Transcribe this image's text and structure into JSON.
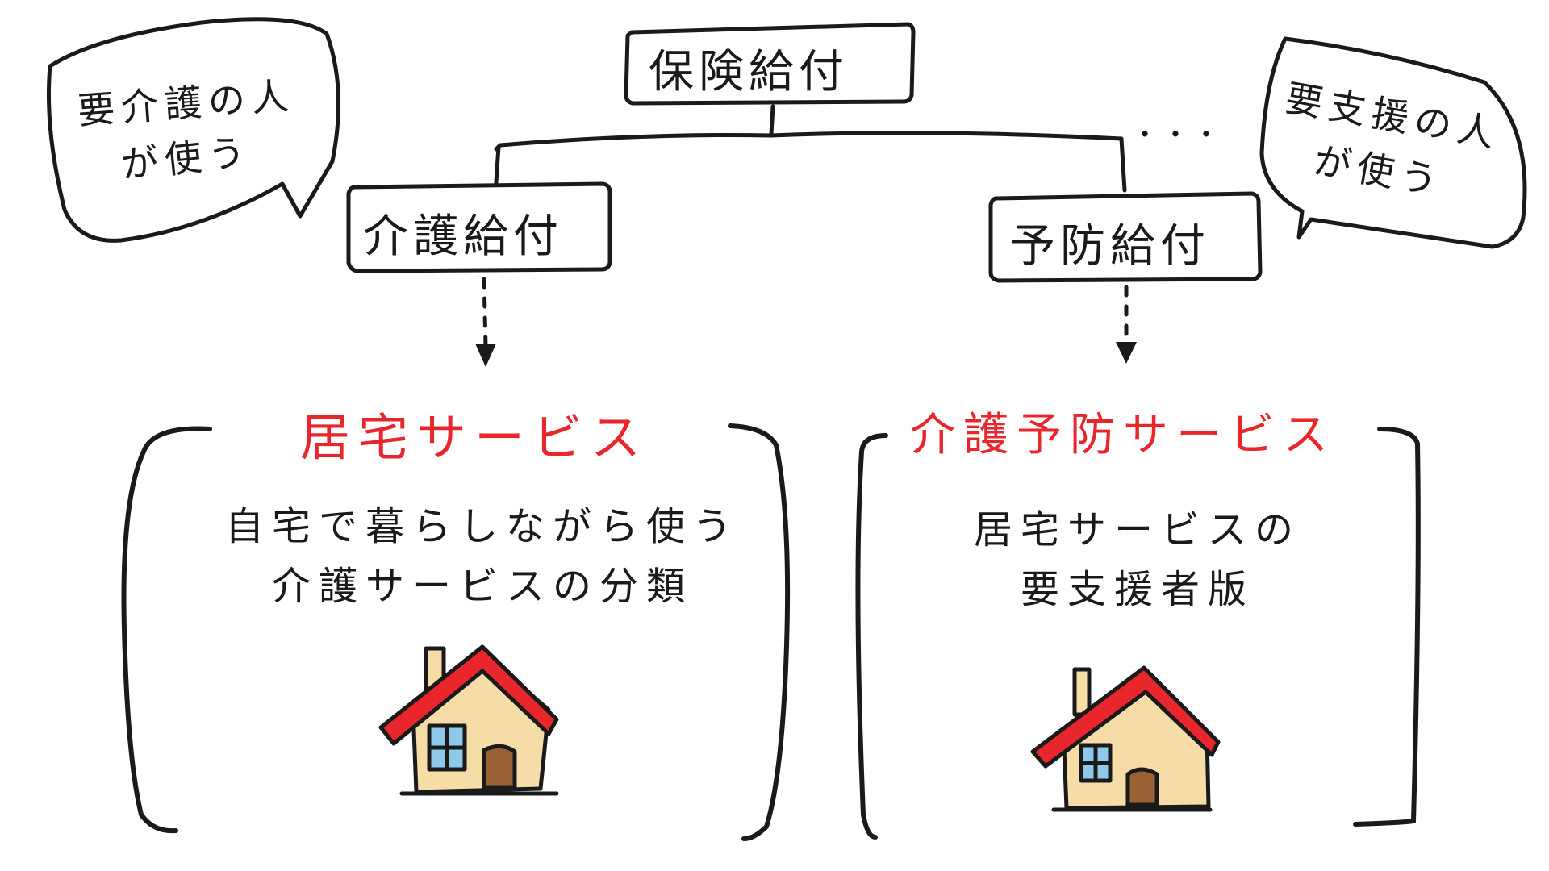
{
  "root_box": {
    "label": "保険給付"
  },
  "left_box": {
    "label": "介護給付"
  },
  "right_box": {
    "label": "予防給付"
  },
  "ellipsis": "・・・",
  "left_bubble": {
    "lines": [
      "要介護の人",
      "が使う"
    ]
  },
  "right_bubble": {
    "lines": [
      "要支援の人",
      "が使う"
    ]
  },
  "left_section": {
    "title": "居宅サービス",
    "description": [
      "自宅で暮らしながら使う",
      "介護サービスの分類"
    ]
  },
  "right_section": {
    "title": "介護予防サービス",
    "description": [
      "居宅サービスの",
      "要支援者版"
    ]
  },
  "colors": {
    "ink": "#1a1a1a",
    "accent": "#e8262b",
    "house_wall": "#f6dca6",
    "house_roof": "#e8262b",
    "house_window": "#8fc9ea",
    "house_door": "#9a6234"
  }
}
